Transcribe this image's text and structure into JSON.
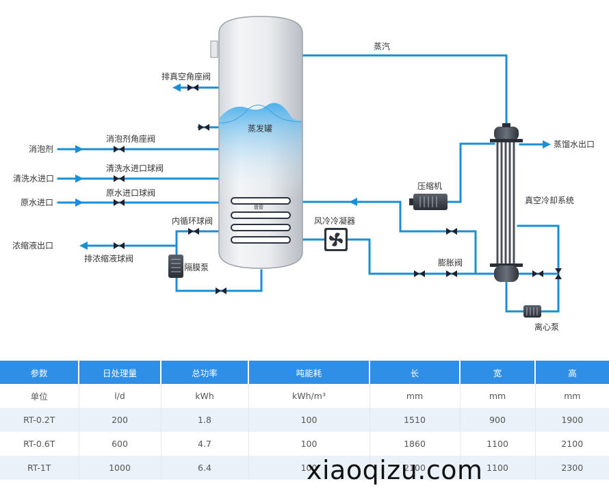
{
  "diagram": {
    "labels": {
      "steam": "蒸汽",
      "vent_valve": "排真空角座阀",
      "evaporator": "蒸发罐",
      "defoamer": "消泡剂",
      "defoamer_valve": "消泡剂角座阀",
      "wash_inlet": "清洗水进口",
      "wash_valve": "清洗水进口球阀",
      "raw_inlet": "原水进口",
      "raw_valve": "原水进口球阀",
      "concentrate_outlet": "浓缩液出口",
      "concentrate_valve": "排浓缩液球阀",
      "circ_valve": "内循环球阀",
      "diaphragm_pump": "隔膜泵",
      "coil": "盘管",
      "condenser": "风冷冷凝器",
      "compressor": "压缩机",
      "expansion_valve": "膨胀阀",
      "distillate_outlet": "蒸馏水出口",
      "cooling_system": "真空冷却系统",
      "centrifugal_pump": "离心泵"
    },
    "colors": {
      "pipe": "#1a8fd6",
      "tank_liquid": "#5bb6ec",
      "valve": "#1c2230"
    }
  },
  "table": {
    "header_color": "#2f8fe6",
    "headers": [
      "参数",
      "日处理量",
      "总功率",
      "吨能耗",
      "长",
      "宽",
      "高"
    ],
    "rows": [
      [
        "单位",
        "l/d",
        "kWh",
        "kWh/m³",
        "mm",
        "mm",
        "mm"
      ],
      [
        "RT-0.2T",
        "200",
        "1.8",
        "100",
        "1510",
        "900",
        "1900"
      ],
      [
        "RT-0.6T",
        "600",
        "4.7",
        "100",
        "1860",
        "1100",
        "2100"
      ],
      [
        "RT-1T",
        "1000",
        "6.4",
        "100",
        "2100",
        "1100",
        "2300"
      ]
    ]
  },
  "watermark": "xiaoqizu.com"
}
